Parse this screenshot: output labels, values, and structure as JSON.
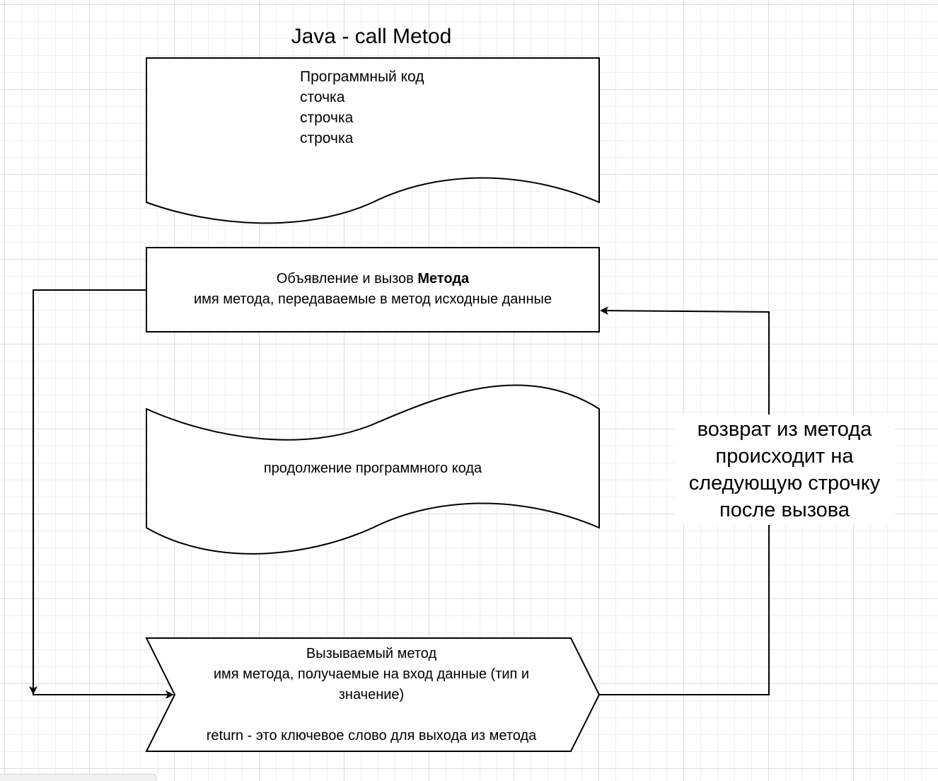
{
  "title": "Java - call Metod",
  "code_block": {
    "lines": [
      "Программный код",
      "сточка",
      "строчка",
      "строчка"
    ]
  },
  "method_call": {
    "line1_prefix": "Объявление и вызов ",
    "line1_bold": "Метода",
    "line2": "имя метода, передаваемые в метод исходные данные"
  },
  "continuation": {
    "text": "продолжение программного кода"
  },
  "called_method": {
    "line1": "Вызываемый метод",
    "line2": "имя метода, получаемые на вход данные (тип и",
    "line3": "значение)",
    "line4": "return - это ключевое слово для выхода из метода"
  },
  "return_label": {
    "lines": [
      "возврат из метода",
      "происходит на",
      "следующую строчку",
      "после вызова"
    ]
  }
}
